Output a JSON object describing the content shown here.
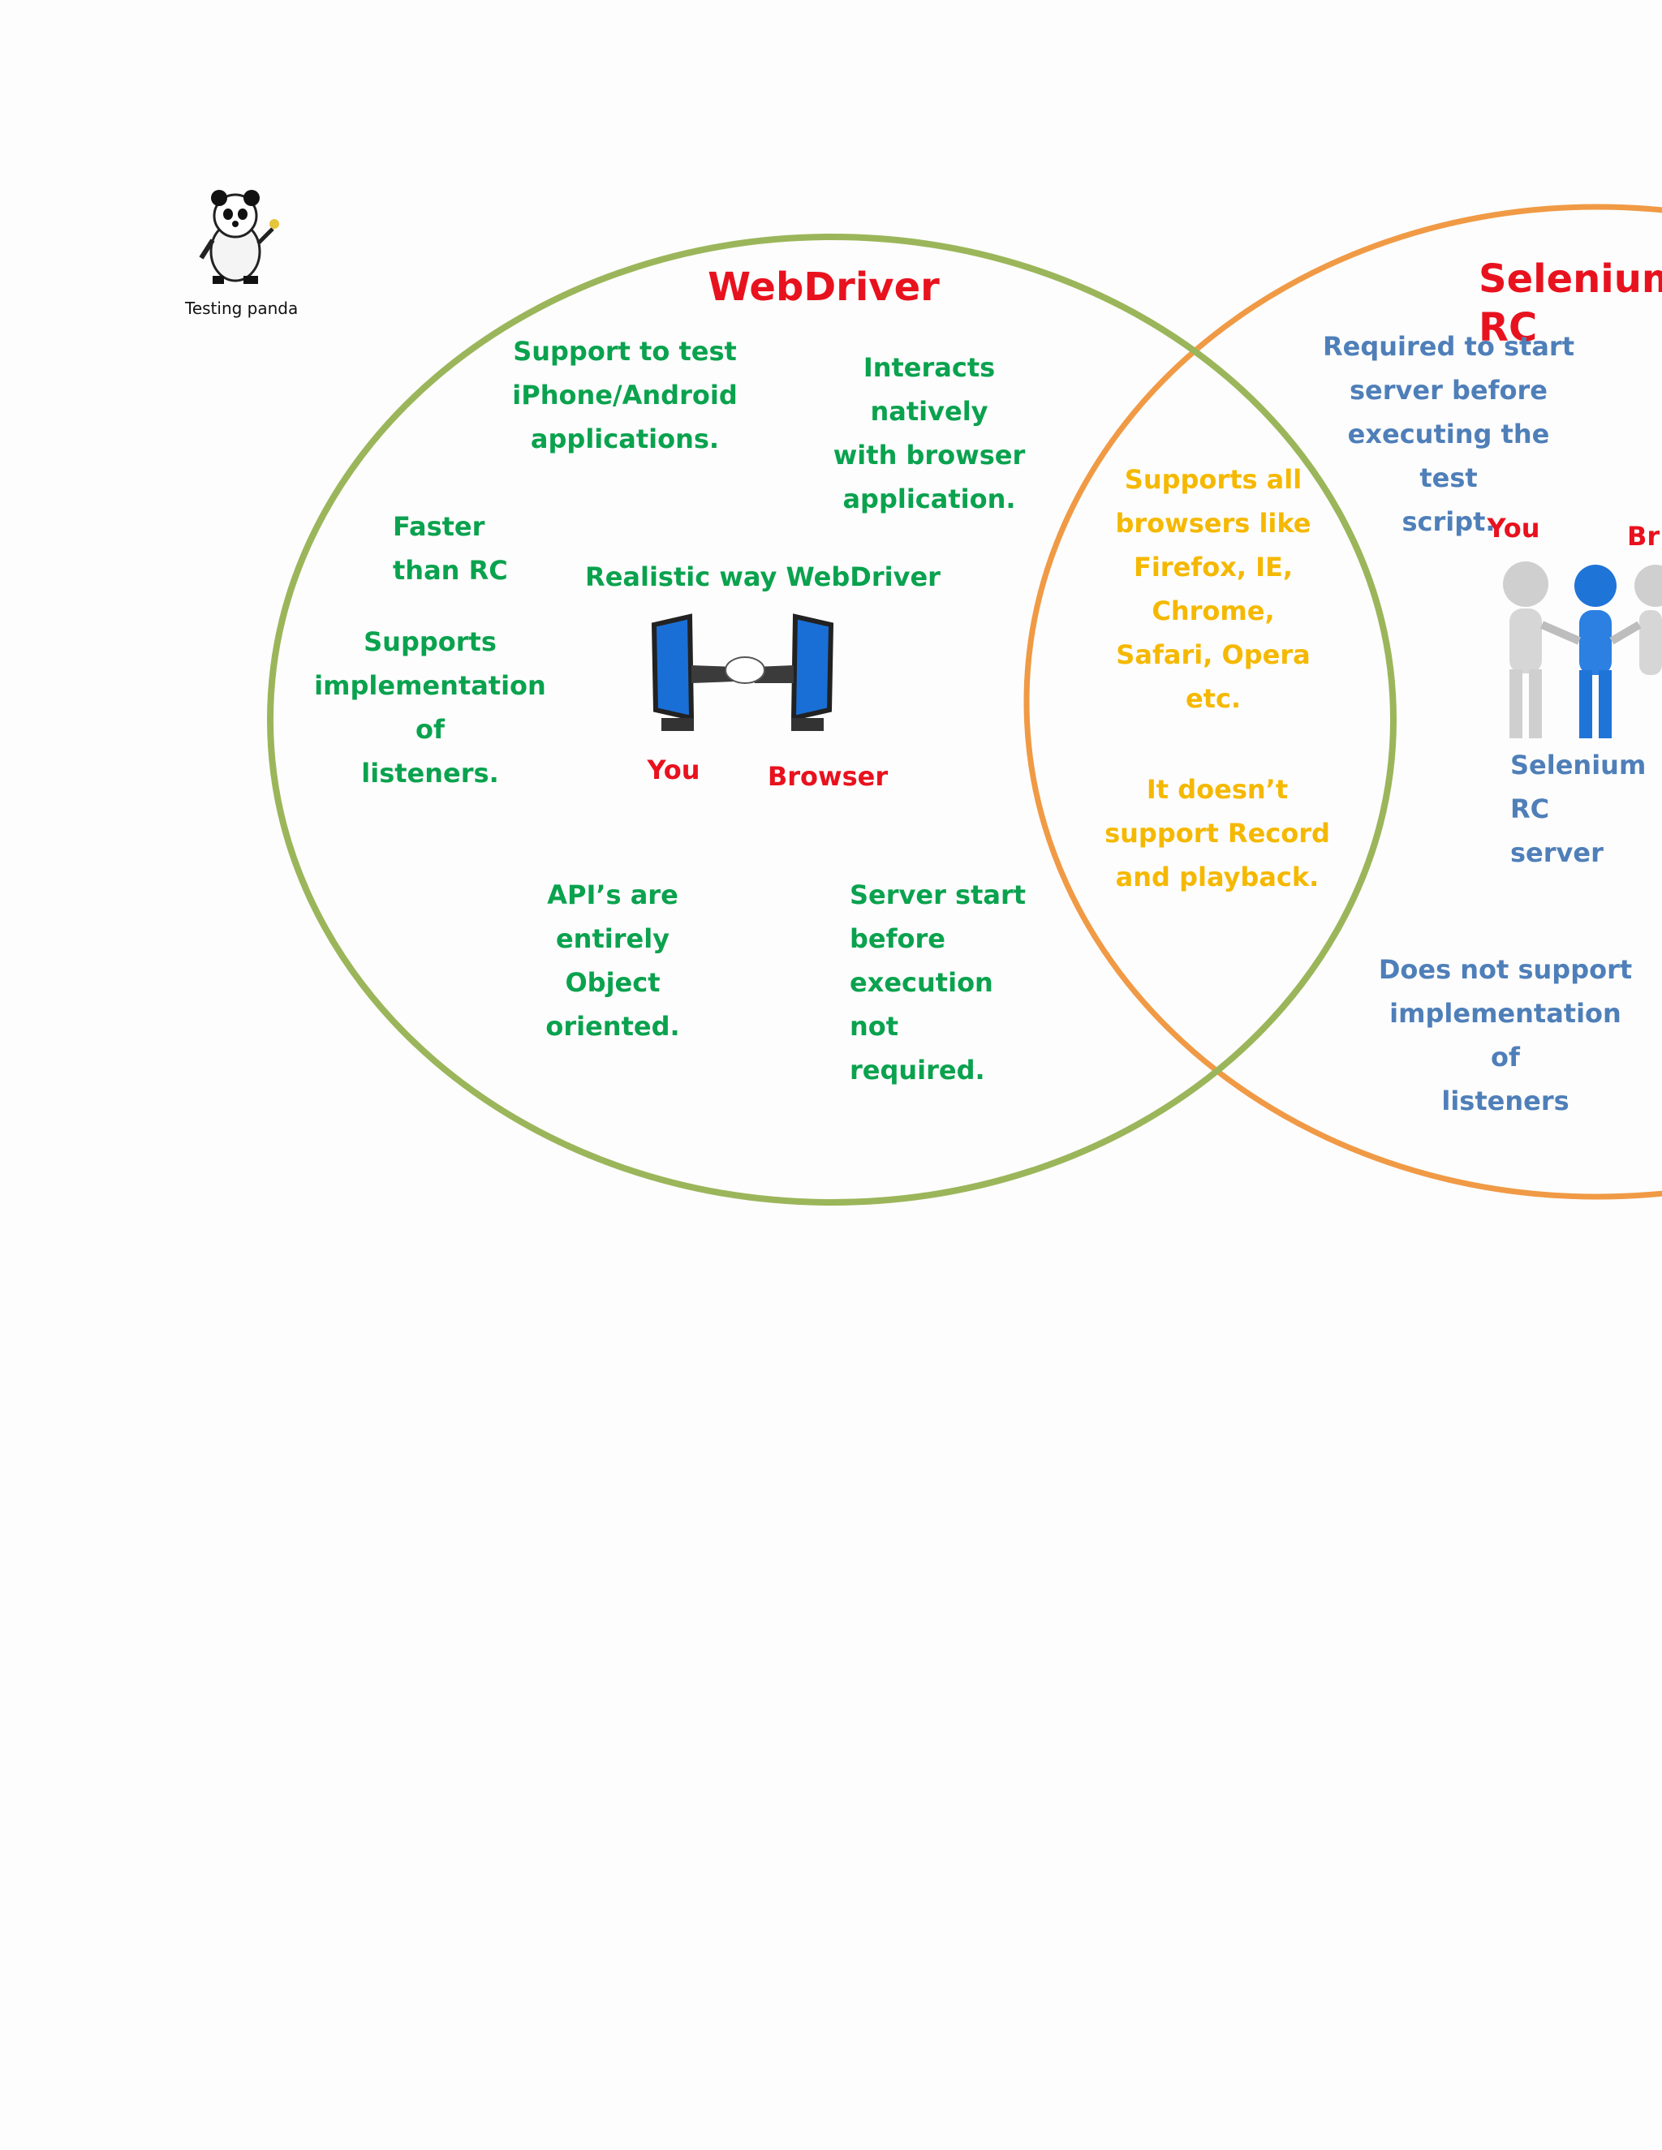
{
  "logo": {
    "label": "Testing panda"
  },
  "webdriver": {
    "title": "WebDriver",
    "features": {
      "mobile": "Support to test\niPhone/Android\napplications.",
      "native": "Interacts natively\nwith browser\napplication.",
      "faster": "Faster\nthan RC",
      "realistic": "Realistic way WebDriver",
      "listeners": "Supports\nimplementation of\nlisteners.",
      "api": "API’s are\nentirely\nObject\noriented.",
      "server": "Server start\nbefore\nexecution\nnot\nrequired."
    },
    "illustration": {
      "you": "You",
      "browser": "Browser"
    }
  },
  "common": {
    "browsers": "Supports all\nbrowsers like\nFirefox, IE,\nChrome,\nSafari, Opera\netc.",
    "record": "It doesn’t\nsupport Record\nand playback."
  },
  "selenium_rc": {
    "title": "Selenium RC",
    "features": {
      "start": "Required to start\nserver before\nexecuting the test\nscript.",
      "server_label": "Selenium RC\nserver",
      "listeners": "Does not support\nimplementation of\nlisteners"
    },
    "illustration": {
      "you": "You",
      "browser": "Browser"
    }
  },
  "colors": {
    "webdriver_circle": "#9bb65a",
    "selenium_circle": "#f09a45",
    "webdriver_text": "#0aa24e",
    "common_text": "#f5b800",
    "selenium_text": "#4f7fb9",
    "titles": "#e8121e"
  }
}
